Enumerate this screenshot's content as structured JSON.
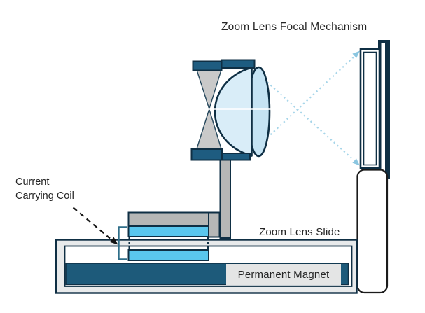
{
  "diagram": {
    "title": "Zoom Lens Focal Mechanism",
    "coil_label": {
      "line1": "Current",
      "line2": "Carrying Coil"
    },
    "slide_label": "Zoom Lens Slide",
    "magnet_label": "Permanent Magnet"
  },
  "colors": {
    "outline": "#0f2f44",
    "dark_blue": "#1e5c80",
    "magnet": "#1d5a7a",
    "coil": "#5ac7ee",
    "lens_body": "#d9edf8",
    "lens_rim": "#c5e3f3",
    "gray": "#b6b7b6",
    "bowtie_gray": "#c9c9c9",
    "base": "#e8eaeb",
    "label_box": "#e4e5e5",
    "ray": "#a6d5e9",
    "ray_arrow": "#8bc6e0",
    "bracket": "#2f6e89",
    "arrow_black": "#131313",
    "text": "#262626",
    "white": "#ffffff"
  }
}
